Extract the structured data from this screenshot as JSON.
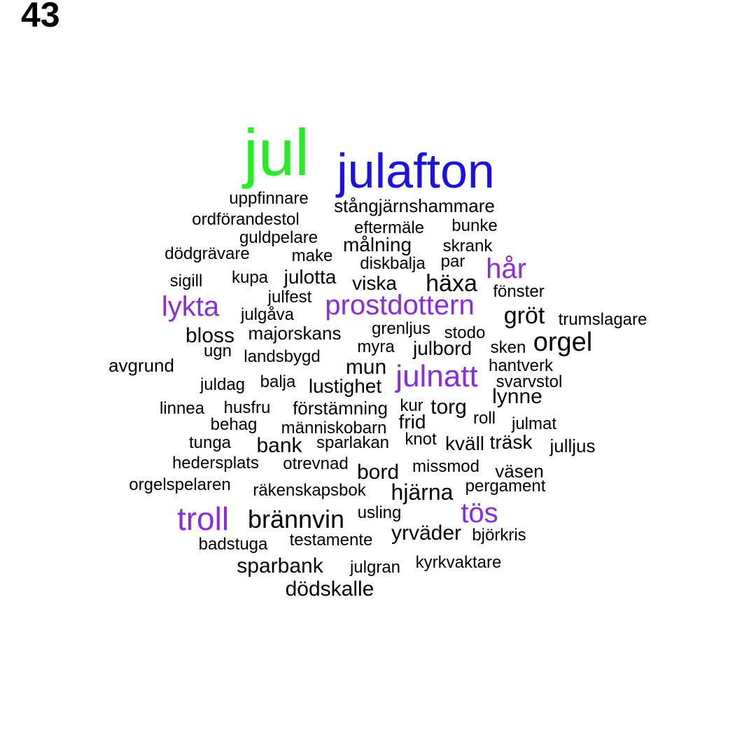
{
  "page_number": "43",
  "colors": {
    "green": "#22ee22",
    "blue": "#1a10ee",
    "purple": "#8a2be2",
    "black": "#000000"
  },
  "words": [
    {
      "text": "jul",
      "color": "green"
    },
    {
      "text": "julafton",
      "color": "blue"
    },
    {
      "text": "uppfinnare",
      "color": "black"
    },
    {
      "text": "stångjärnshammare",
      "color": "black"
    },
    {
      "text": "ordförandestol",
      "color": "black"
    },
    {
      "text": "eftermäle",
      "color": "black"
    },
    {
      "text": "bunke",
      "color": "black"
    },
    {
      "text": "guldpelare",
      "color": "black"
    },
    {
      "text": "målning",
      "color": "black"
    },
    {
      "text": "skrank",
      "color": "black"
    },
    {
      "text": "dödgrävare",
      "color": "black"
    },
    {
      "text": "make",
      "color": "black"
    },
    {
      "text": "diskbalja",
      "color": "black"
    },
    {
      "text": "par",
      "color": "black"
    },
    {
      "text": "hår",
      "color": "purple"
    },
    {
      "text": "sigill",
      "color": "black"
    },
    {
      "text": "kupa",
      "color": "black"
    },
    {
      "text": "julotta",
      "color": "black"
    },
    {
      "text": "viska",
      "color": "black"
    },
    {
      "text": "häxa",
      "color": "black"
    },
    {
      "text": "fönster",
      "color": "black"
    },
    {
      "text": "julfest",
      "color": "black"
    },
    {
      "text": "lykta",
      "color": "purple"
    },
    {
      "text": "prostdottern",
      "color": "purple"
    },
    {
      "text": "julgåva",
      "color": "black"
    },
    {
      "text": "gröt",
      "color": "black"
    },
    {
      "text": "trumslagare",
      "color": "black"
    },
    {
      "text": "grenljus",
      "color": "black"
    },
    {
      "text": "bloss",
      "color": "black"
    },
    {
      "text": "majorskans",
      "color": "black"
    },
    {
      "text": "stodo",
      "color": "black"
    },
    {
      "text": "myra",
      "color": "black"
    },
    {
      "text": "julbord",
      "color": "black"
    },
    {
      "text": "sken",
      "color": "black"
    },
    {
      "text": "orgel",
      "color": "black"
    },
    {
      "text": "ugn",
      "color": "black"
    },
    {
      "text": "landsbygd",
      "color": "black"
    },
    {
      "text": "avgrund",
      "color": "black"
    },
    {
      "text": "mun",
      "color": "black"
    },
    {
      "text": "julnatt",
      "color": "purple"
    },
    {
      "text": "hantverk",
      "color": "black"
    },
    {
      "text": "juldag",
      "color": "black"
    },
    {
      "text": "balja",
      "color": "black"
    },
    {
      "text": "lustighet",
      "color": "black"
    },
    {
      "text": "svarvstol",
      "color": "black"
    },
    {
      "text": "lynne",
      "color": "black"
    },
    {
      "text": "linnea",
      "color": "black"
    },
    {
      "text": "husfru",
      "color": "black"
    },
    {
      "text": "förstämning",
      "color": "black"
    },
    {
      "text": "kur",
      "color": "black"
    },
    {
      "text": "torg",
      "color": "black"
    },
    {
      "text": "behag",
      "color": "black"
    },
    {
      "text": "människobarn",
      "color": "black"
    },
    {
      "text": "frid",
      "color": "black"
    },
    {
      "text": "roll",
      "color": "black"
    },
    {
      "text": "julmat",
      "color": "black"
    },
    {
      "text": "tunga",
      "color": "black"
    },
    {
      "text": "bank",
      "color": "black"
    },
    {
      "text": "sparlakan",
      "color": "black"
    },
    {
      "text": "knot",
      "color": "black"
    },
    {
      "text": "kväll",
      "color": "black"
    },
    {
      "text": "träsk",
      "color": "black"
    },
    {
      "text": "julljus",
      "color": "black"
    },
    {
      "text": "hedersplats",
      "color": "black"
    },
    {
      "text": "otrevnad",
      "color": "black"
    },
    {
      "text": "bord",
      "color": "black"
    },
    {
      "text": "missmod",
      "color": "black"
    },
    {
      "text": "väsen",
      "color": "black"
    },
    {
      "text": "orgelspelaren",
      "color": "black"
    },
    {
      "text": "räkenskapsbok",
      "color": "black"
    },
    {
      "text": "hjärna",
      "color": "black"
    },
    {
      "text": "pergament",
      "color": "black"
    },
    {
      "text": "troll",
      "color": "purple"
    },
    {
      "text": "brännvin",
      "color": "black"
    },
    {
      "text": "usling",
      "color": "black"
    },
    {
      "text": "tös",
      "color": "purple"
    },
    {
      "text": "yrväder",
      "color": "black"
    },
    {
      "text": "björkris",
      "color": "black"
    },
    {
      "text": "badstuga",
      "color": "black"
    },
    {
      "text": "testamente",
      "color": "black"
    },
    {
      "text": "sparbank",
      "color": "black"
    },
    {
      "text": "julgran",
      "color": "black"
    },
    {
      "text": "kyrkvaktare",
      "color": "black"
    },
    {
      "text": "dödskalle",
      "color": "black"
    }
  ]
}
